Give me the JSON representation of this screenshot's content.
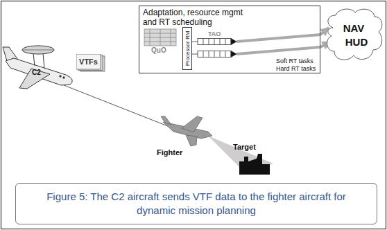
{
  "diagram": {
    "caption": "Figure 5: The C2 aircraft sends VTF data to the fighter aircraft for dynamic mission planning",
    "nodes": [
      {
        "text": [
          "Adaptation, resource mgmt and RT scheduling"
        ]
      },
      {
        "text": [
          "Processor RM"
        ],
        "in": 0
      },
      {
        "text": [
          "NAV",
          "HUD"
        ]
      },
      {
        "text": [
          "VTFs"
        ]
      }
    ],
    "edges": [
      {
        "from": 0,
        "to": 2,
        "arrow": "to"
      },
      {
        "from": 0,
        "to": 2,
        "arrow": "to"
      }
    ],
    "labels": [
      "QuO",
      "TAO",
      "Soft RT tasks",
      "Hard RT tasks",
      "C2",
      "Fighter",
      "Target"
    ]
  }
}
